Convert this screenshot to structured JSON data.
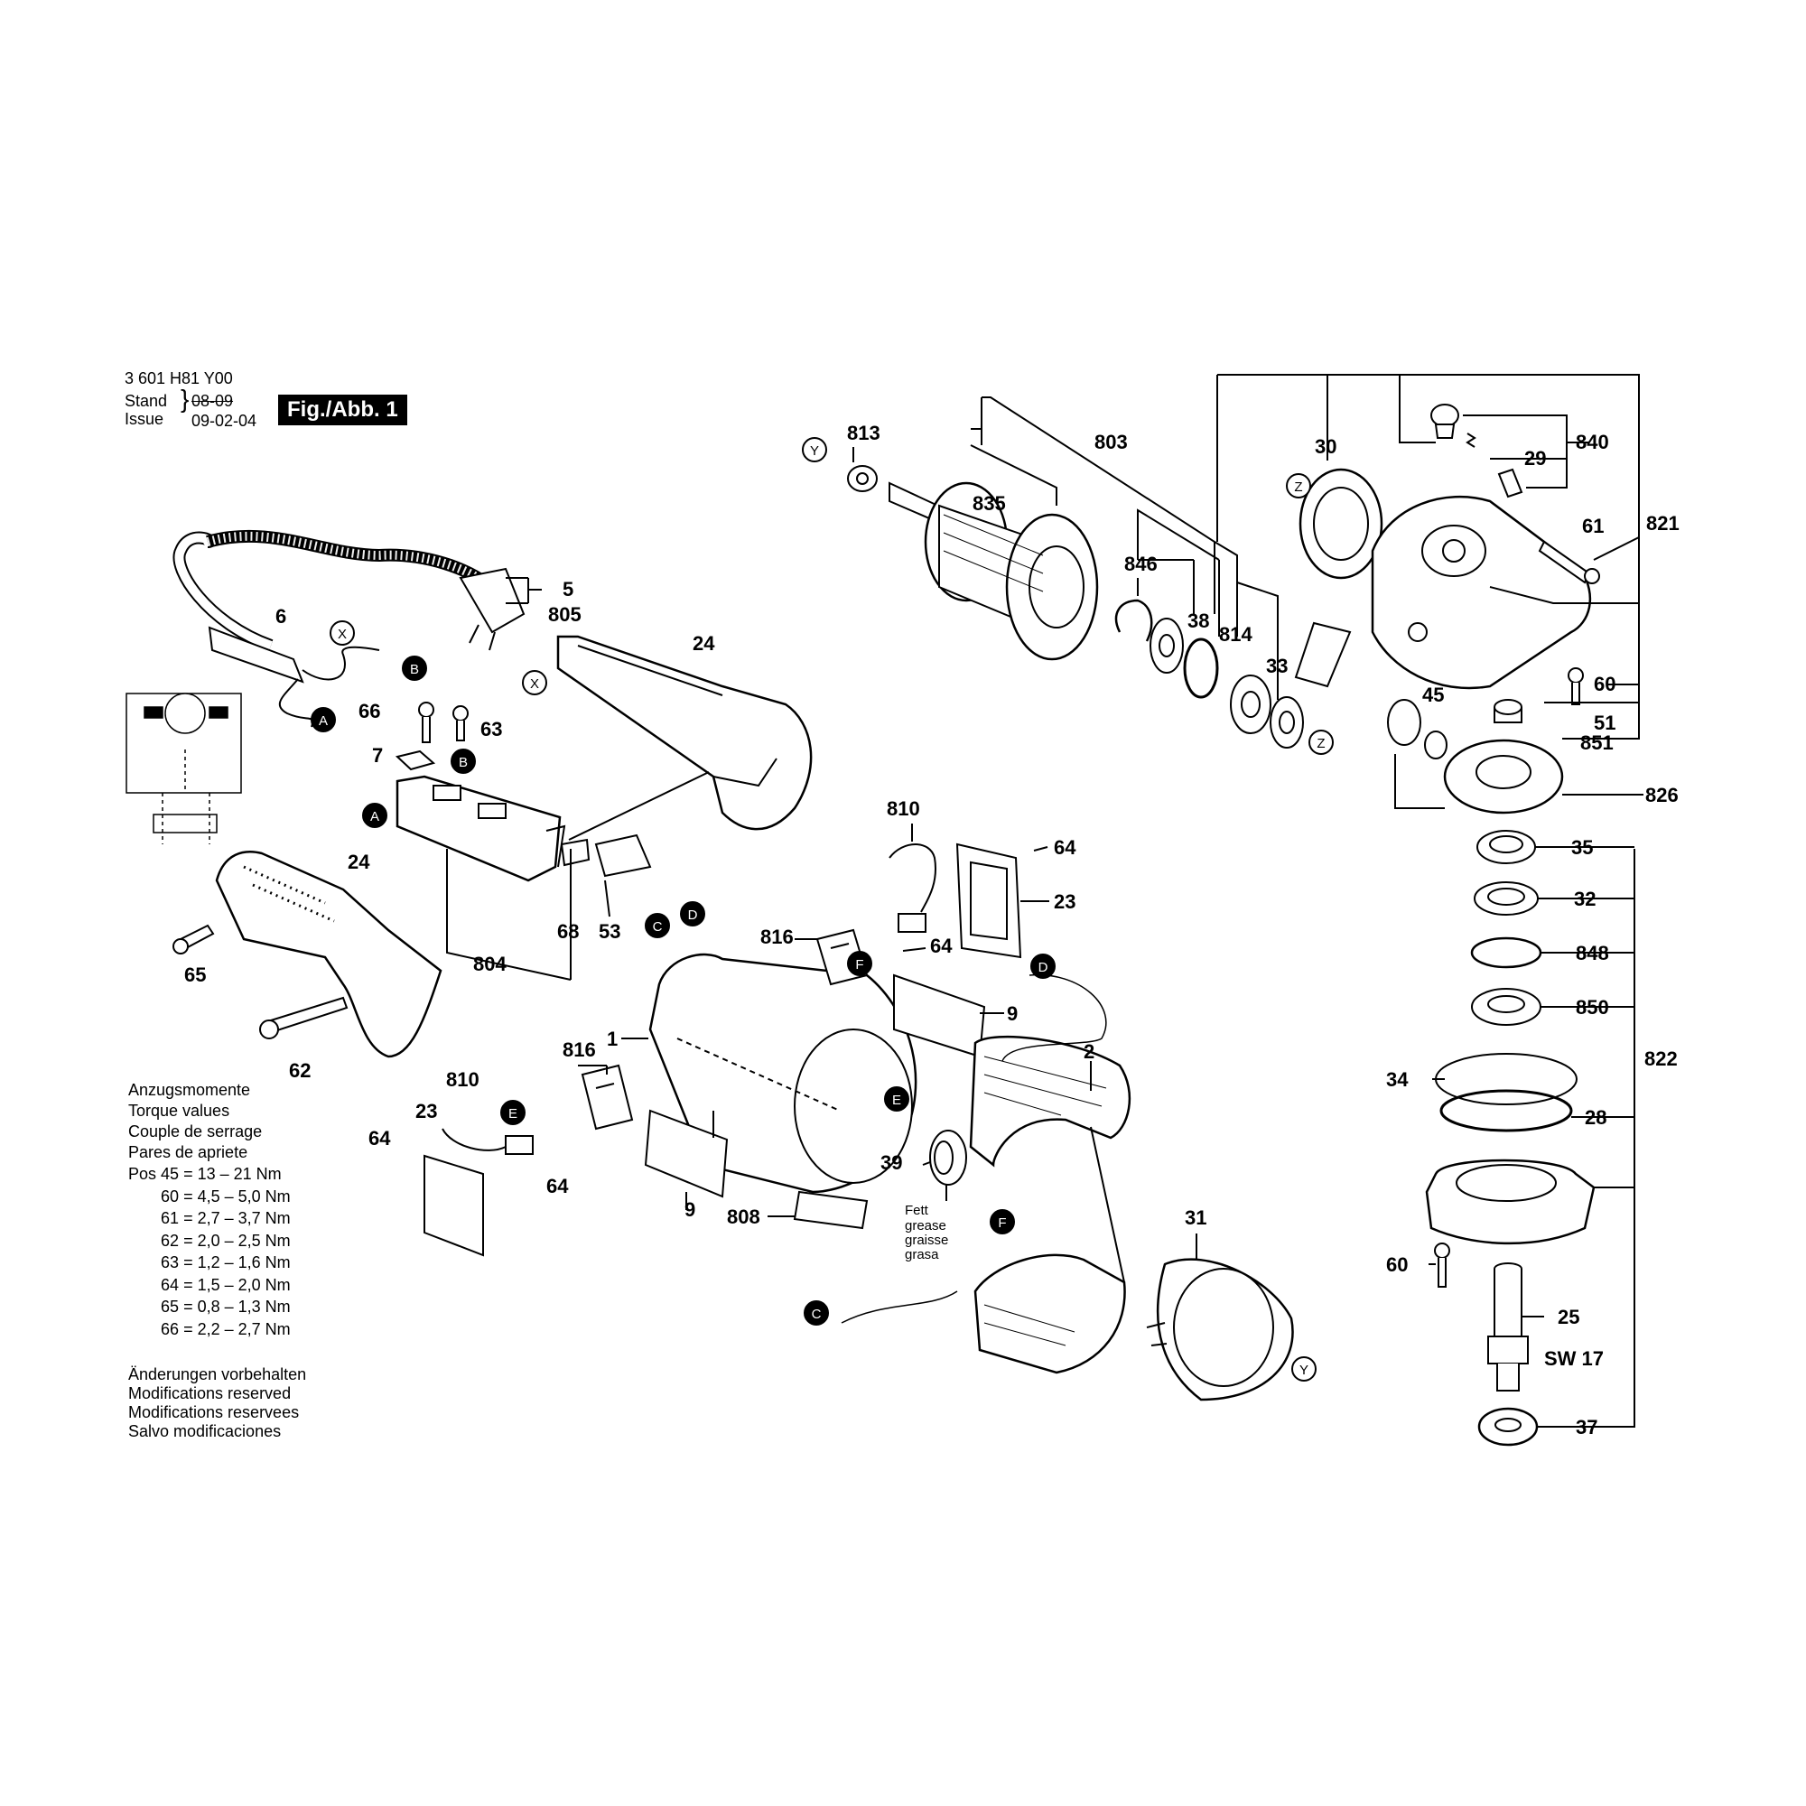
{
  "header": {
    "part_number": "3 601 H81 Y00",
    "stand_label": "Stand",
    "stand_old": "08-09",
    "issue_label": "Issue",
    "issue_date": "09-02-04",
    "figure": "Fig./Abb. 1"
  },
  "torque": {
    "titles": [
      "Anzugsmomente",
      "Torque values",
      "Couple de serrage",
      "Pares de apriete"
    ],
    "pos_label": "Pos",
    "rows": [
      {
        "pos": "45",
        "value": "13  – 21 Nm"
      },
      {
        "pos": "60",
        "value": "4,5 – 5,0 Nm"
      },
      {
        "pos": "61",
        "value": "2,7 – 3,7 Nm"
      },
      {
        "pos": "62",
        "value": "2,0 – 2,5 Nm"
      },
      {
        "pos": "63",
        "value": "1,2 – 1,6 Nm"
      },
      {
        "pos": "64",
        "value": "1,5 – 2,0 Nm"
      },
      {
        "pos": "65",
        "value": "0,8 – 1,3 Nm"
      },
      {
        "pos": "66",
        "value": "2,2 – 2,7 Nm"
      }
    ]
  },
  "modifications": [
    "Änderungen vorbehalten",
    "Modifications reserved",
    "Modifications reservees",
    "Salvo modificaciones"
  ],
  "grease_note": [
    "Fett",
    "grease",
    "graisse",
    "grasa"
  ],
  "part_labels": {
    "p5": "5",
    "p805": "805",
    "p6": "6",
    "p24a": "24",
    "p24b": "24",
    "p66": "66",
    "p63": "63",
    "p7": "7",
    "p65": "65",
    "p62": "62",
    "p804": "804",
    "p68": "68",
    "p53": "53",
    "p813": "813",
    "p803": "803",
    "p835": "835",
    "p846": "846",
    "p38": "38",
    "p814": "814",
    "p33": "33",
    "p30": "30",
    "p29": "29",
    "p840": "840",
    "p61": "61",
    "p821": "821",
    "p60a": "60",
    "p45": "45",
    "p51": "51",
    "p851": "851",
    "p826": "826",
    "p35": "35",
    "p32": "32",
    "p848": "848",
    "p850": "850",
    "p822": "822",
    "p34": "34",
    "p28": "28",
    "p60b": "60",
    "p25": "25",
    "sw17": "SW 17",
    "p37": "37",
    "p810a": "810",
    "p64a": "64",
    "p23a": "23",
    "p816a": "816",
    "p64b": "64",
    "p9a": "9",
    "p1": "1",
    "p2": "2",
    "p816b": "816",
    "p810b": "810",
    "p23b": "23",
    "p64c": "64",
    "p64d": "64",
    "p9b": "9",
    "p808": "808",
    "p39": "39",
    "p31": "31"
  },
  "connectors": [
    "X",
    "A",
    "B",
    "C",
    "D",
    "E",
    "F",
    "Y",
    "Z"
  ]
}
